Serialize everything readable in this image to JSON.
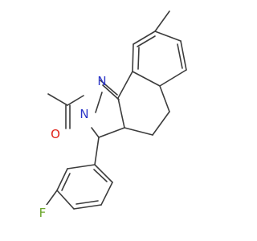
{
  "molecule": {
    "atoms": [
      {
        "id": "N1",
        "symbol": "N",
        "color": "#2b35c8"
      },
      {
        "id": "N2",
        "symbol": "N",
        "color": "#2b35c8"
      },
      {
        "id": "O",
        "symbol": "O",
        "color": "#e0231a"
      },
      {
        "id": "F",
        "symbol": "F",
        "color": "#6aa52a"
      }
    ],
    "bond_color": "#3c3c3c"
  }
}
